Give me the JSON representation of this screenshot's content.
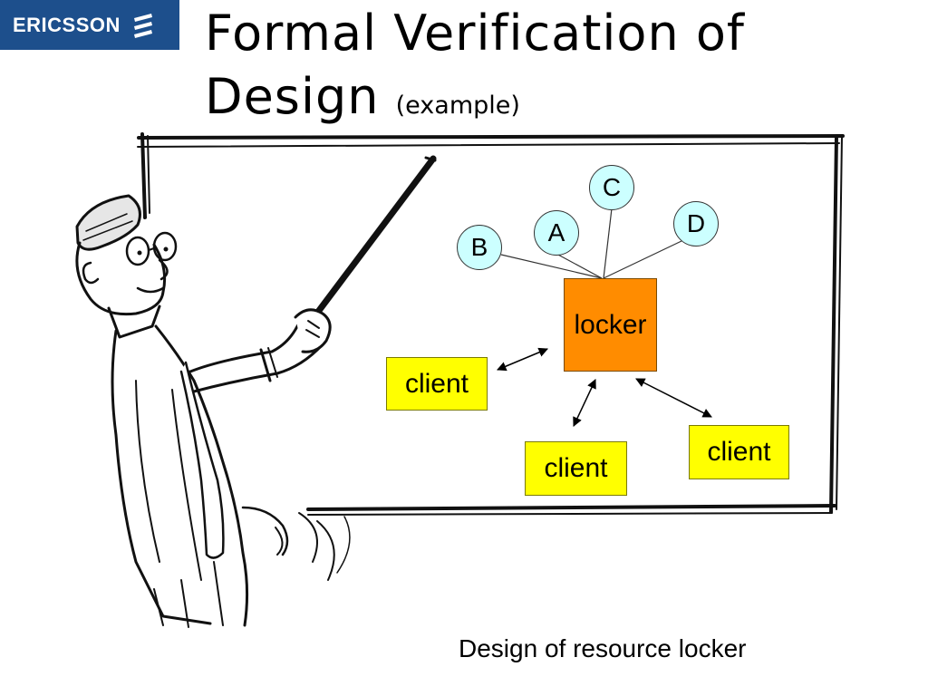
{
  "logo": {
    "text": "ERICSSON",
    "mark": "ericsson-stripes-icon"
  },
  "title": {
    "main_line1": "Formal Verification of",
    "main_line2": "Design",
    "sub": "(example)"
  },
  "diagram": {
    "locker": "locker",
    "clients": [
      "client",
      "client",
      "client"
    ],
    "nodes": [
      "C",
      "A",
      "D",
      "B"
    ]
  },
  "caption": "Design of resource locker",
  "colors": {
    "logo_bg": "#1d4f8c",
    "locker": "#ff8c00",
    "client": "#ffff00",
    "node": "#ccffff"
  }
}
